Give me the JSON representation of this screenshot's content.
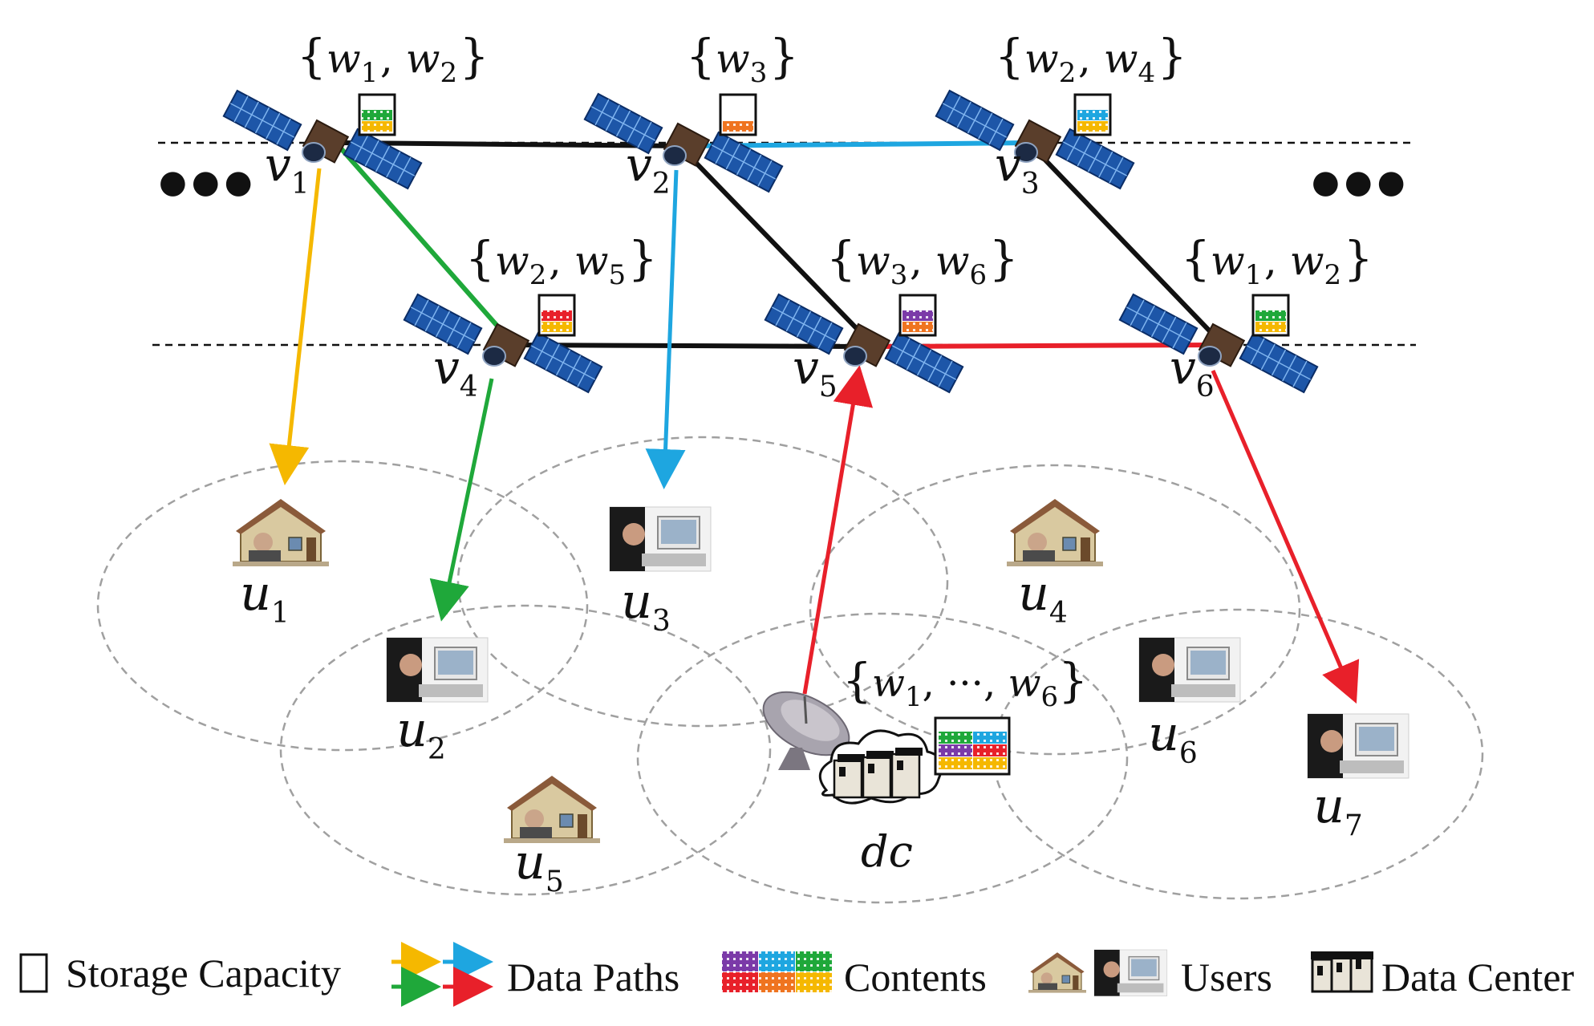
{
  "colors": {
    "yellow": "#f5b800",
    "green": "#1fa83a",
    "blue": "#1ea6e0",
    "red": "#e8202a",
    "orange": "#ef7420",
    "purple": "#7b3aa8",
    "black": "#111111",
    "dashed": "#999999"
  },
  "satellites": [
    {
      "id": "v1",
      "label": "v",
      "sub": "1",
      "cache": "{w1, w2}",
      "w": [
        {
          "n": "w",
          "s": "1"
        },
        {
          "n": "w",
          "s": "2"
        }
      ],
      "fill": [
        "green",
        "yellow"
      ]
    },
    {
      "id": "v2",
      "label": "v",
      "sub": "2",
      "cache": "{w3}",
      "w": [
        {
          "n": "w",
          "s": "3"
        }
      ],
      "fill": [
        "orange"
      ]
    },
    {
      "id": "v3",
      "label": "v",
      "sub": "3",
      "cache": "{w2, w4}",
      "w": [
        {
          "n": "w",
          "s": "2"
        },
        {
          "n": "w",
          "s": "4"
        }
      ],
      "fill": [
        "blue",
        "yellow"
      ]
    },
    {
      "id": "v4",
      "label": "v",
      "sub": "4",
      "cache": "{w2, w5}",
      "w": [
        {
          "n": "w",
          "s": "2"
        },
        {
          "n": "w",
          "s": "5"
        }
      ],
      "fill": [
        "red",
        "yellow"
      ]
    },
    {
      "id": "v5",
      "label": "v",
      "sub": "5",
      "cache": "{w3, w6}",
      "w": [
        {
          "n": "w",
          "s": "3"
        },
        {
          "n": "w",
          "s": "6"
        }
      ],
      "fill": [
        "purple",
        "orange"
      ]
    },
    {
      "id": "v6",
      "label": "v",
      "sub": "6",
      "cache": "{w1, w2}",
      "w": [
        {
          "n": "w",
          "s": "1"
        },
        {
          "n": "w",
          "s": "2"
        }
      ],
      "fill": [
        "green",
        "yellow"
      ]
    }
  ],
  "users": [
    {
      "id": "u1",
      "label": "u",
      "sub": "1",
      "kind": "house-icon"
    },
    {
      "id": "u2",
      "label": "u",
      "sub": "2",
      "kind": "person-at-computer-icon"
    },
    {
      "id": "u3",
      "label": "u",
      "sub": "3",
      "kind": "person-at-computer-icon"
    },
    {
      "id": "u4",
      "label": "u",
      "sub": "4",
      "kind": "house-icon"
    },
    {
      "id": "u5",
      "label": "u",
      "sub": "5",
      "kind": "house-icon"
    },
    {
      "id": "u6",
      "label": "u",
      "sub": "6",
      "kind": "person-at-computer-icon"
    },
    {
      "id": "u7",
      "label": "u",
      "sub": "7",
      "kind": "person-at-computer-icon"
    }
  ],
  "data_center": {
    "label": "dc",
    "cache_first": {
      "n": "w",
      "s": "1"
    },
    "cache_dots": "···",
    "cache_last": {
      "n": "w",
      "s": "6"
    }
  },
  "ellipsis_left": "●●●",
  "ellipsis_right": "●●●",
  "legend": {
    "storage": "Storage Capacity",
    "paths": "Data Paths",
    "contents": "Contents",
    "users": "Users",
    "datacenter": "Data Center"
  }
}
